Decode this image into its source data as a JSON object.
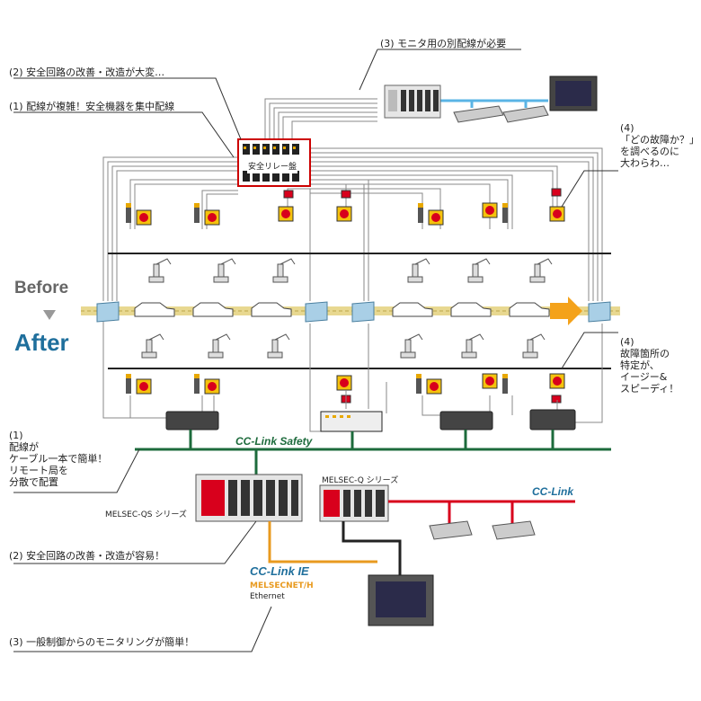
{
  "labels": {
    "before": "Before",
    "after": "After",
    "safety_relay_panel": "安全リレー盤",
    "before_note1": "(1) 配線が複雑！安全機器を集中配線",
    "before_note2": "(2) 安全回路の改善・改造が大変…",
    "before_note3": "(3) モニタ用の別配線が必要",
    "before_note4": [
      "(4)",
      "「どの故障か？」",
      "を調べるのに",
      "大わらわ…"
    ],
    "after_note4": [
      "(4)",
      "故障箇所の",
      "特定が、",
      "イージー&",
      "スピーディ！"
    ],
    "after_note1": [
      "(1)",
      "配線が",
      "ケーブル一本で簡単！",
      "リモート局を",
      "分散で配置"
    ],
    "after_note2": "(2) 安全回路の改善・改造が容易！",
    "after_note3": "(3) 一般制御からのモニタリングが簡単！",
    "cclink_safety": "CC-Link Safety",
    "cclink": "CC-Link",
    "cclink_ie": "CC-Link IE",
    "melsecnet": "MELSECNET/H",
    "ethernet": "Ethernet",
    "melsec_qs": "MELSEC-QS シリーズ",
    "melsec_q": "MELSEC-Q シリーズ"
  },
  "colors": {
    "network_green": "#1d6b3c",
    "cclink_red": "#d8001c",
    "ie_orange": "#e89a1f",
    "relay_red": "#cc0000",
    "accent_blue": "#1f6f9c",
    "conveyor_yellow": "#e8d890",
    "arrow_orange": "#f4a21a"
  }
}
